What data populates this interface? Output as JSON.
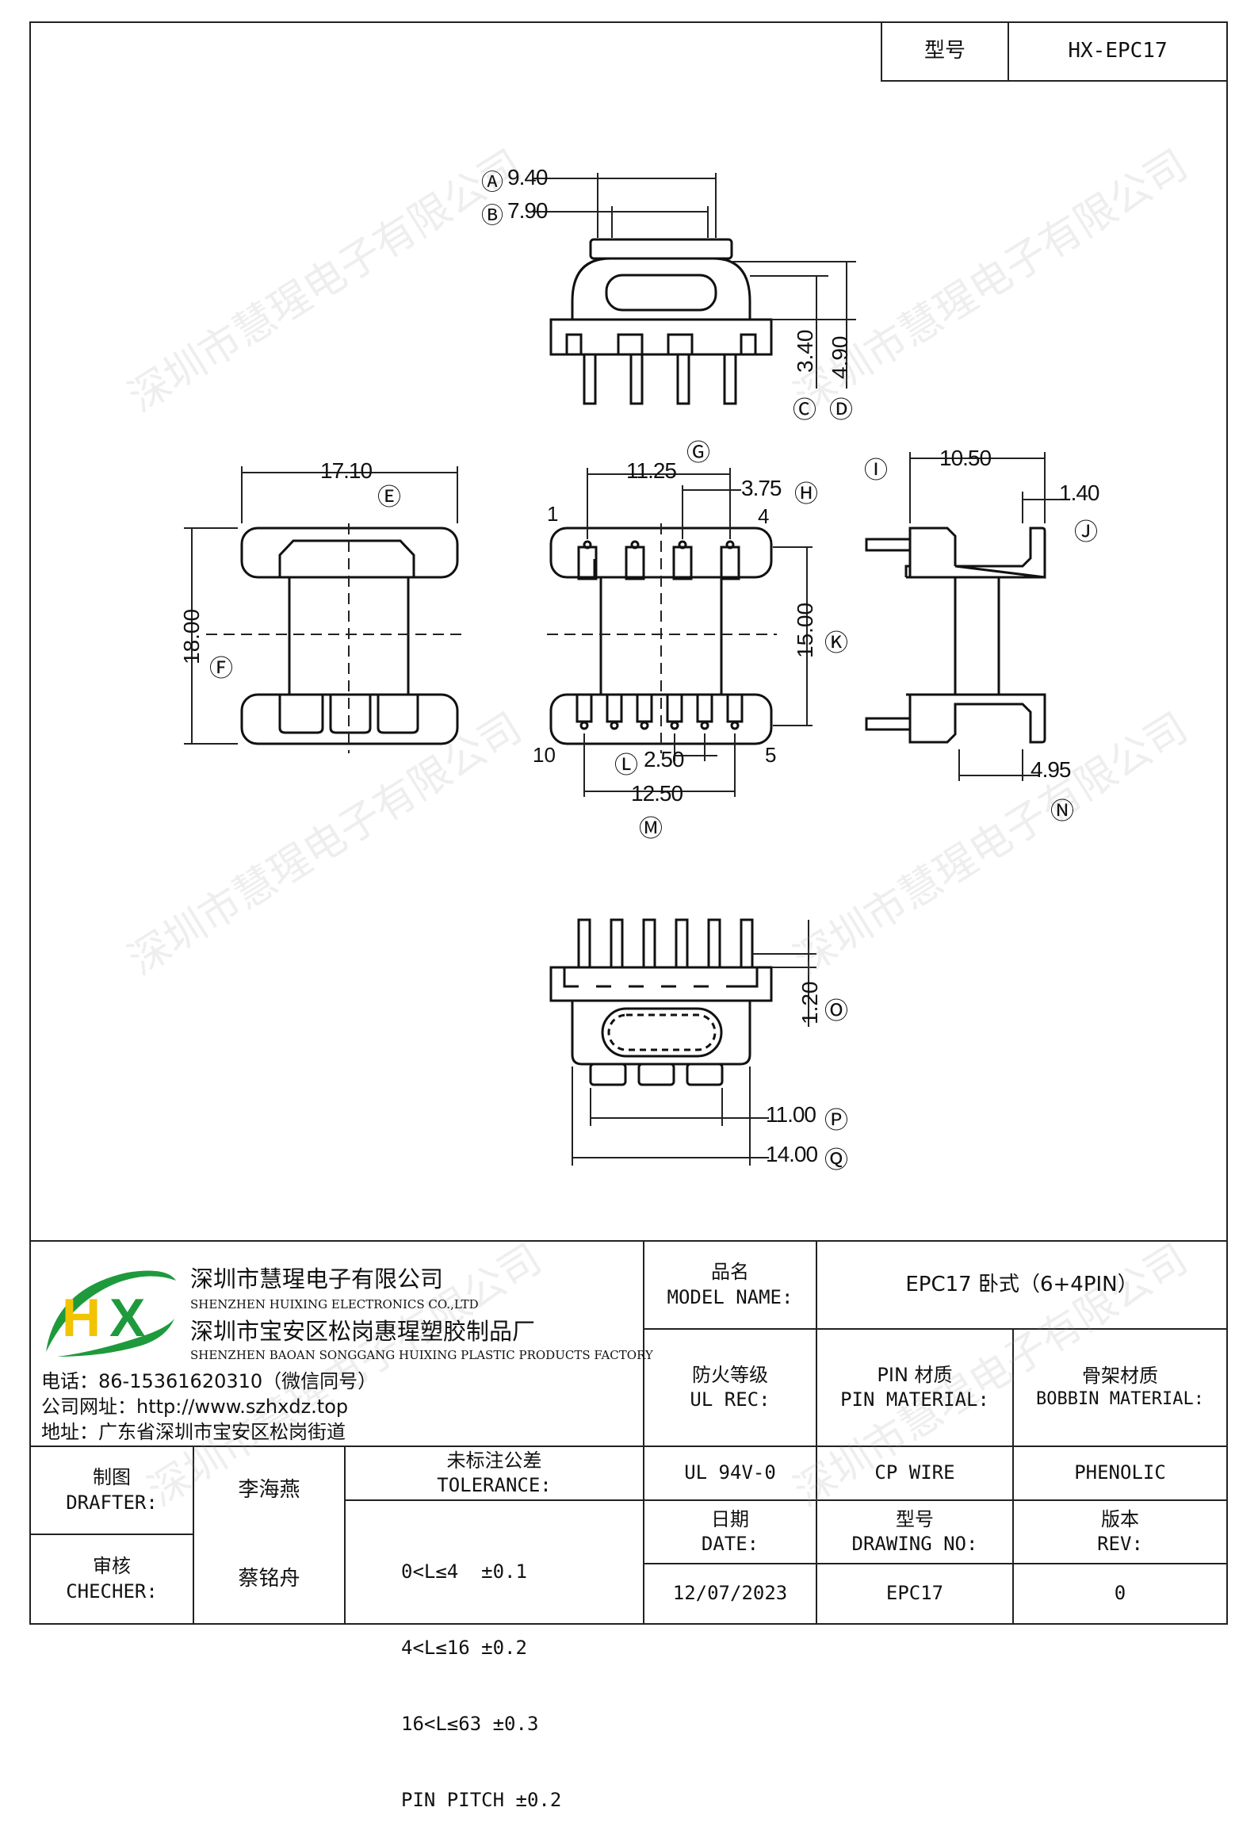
{
  "header": {
    "model_label": "型号",
    "model_value": "HX-EPC17"
  },
  "dimensions": {
    "A": "9.40",
    "B": "7.90",
    "C": "3.40",
    "D": "4.90",
    "E": "17.10",
    "F": "18.00",
    "G": "11.25",
    "H": "3.75",
    "I": "10.50",
    "J": "1.40",
    "K": "15.00",
    "L": "2.50",
    "M": "12.50",
    "N": "4.95",
    "O": "1.20",
    "P": "11.00",
    "Q": "14.00"
  },
  "pin_labels": {
    "p1": "1",
    "p4": "4",
    "p10": "10",
    "p5": "5"
  },
  "watermark": "深圳市慧瑆电子有限公司",
  "company": {
    "name_cn": "深圳市慧瑆电子有限公司",
    "name_en": "SHENZHEN HUIXING ELECTRONICS CO.,LTD",
    "factory_cn": "深圳市宝安区松岗惠瑆塑胶制品厂",
    "factory_en": "SHENZHEN BAOAN SONGGANG HUIXING PLASTIC PRODUCTS FACTORY",
    "phone": "电话：86-15361620310（微信同号）",
    "website": "公司网址：http://www.szhxdz.top",
    "address": "地址：广东省深圳市宝安区松岗街道"
  },
  "table": {
    "model_name_cn": "品名",
    "model_name_en": "MODEL NAME:",
    "model_name_value": "EPC17 卧式（6+4PIN）",
    "ul_rec_cn": "防火等级",
    "ul_rec_en": "UL REC:",
    "pin_material_cn": "PIN 材质",
    "pin_material_en": "PIN MATERIAL:",
    "bobbin_material_cn": "骨架材质",
    "bobbin_material_en": "BOBBIN MATERIAL:",
    "ul_value": "UL 94V-0",
    "pin_value": "CP WIRE",
    "bobbin_value": "PHENOLIC",
    "drafter_cn": "制图",
    "drafter_en": "DRAFTER:",
    "drafter_name": "李海燕",
    "checker_cn": "审核",
    "checker_en": "CHECHER:",
    "checker_name": "蔡铭舟",
    "tolerance_cn": "未标注公差",
    "tolerance_en": "TOLERANCE:",
    "tol_1": "0<L≤4  ±0.1",
    "tol_2": "4<L≤16 ±0.2",
    "tol_3": "16<L≤63 ±0.3",
    "tol_4": "PIN PITCH ±0.2",
    "date_cn": "日期",
    "date_en": "DATE:",
    "drawing_no_cn": "型号",
    "drawing_no_en": "DRAWING NO:",
    "rev_cn": "版本",
    "rev_en": "REV:",
    "date_value": "12/07/2023",
    "drawing_no_value": "EPC17",
    "rev_value": "0"
  },
  "logo": {
    "letters": "HX",
    "color_green": "#1e9a3c",
    "color_yellow": "#f2c400"
  }
}
